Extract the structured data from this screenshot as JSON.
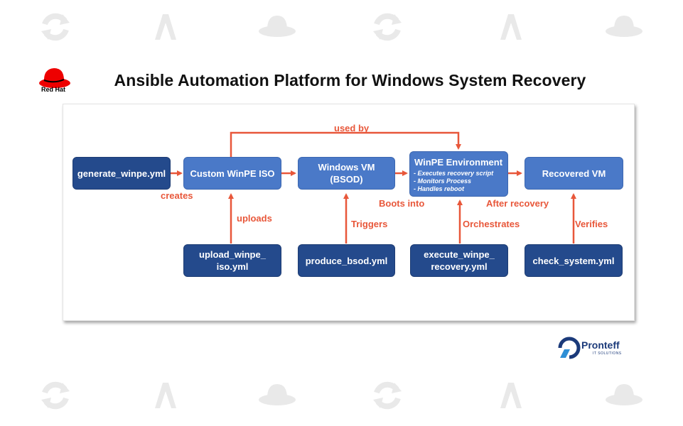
{
  "header": {
    "brand_logo_text": "Red Hat",
    "title": "Ansible Automation Platform for Windows System Recovery"
  },
  "footer_logo": {
    "name": "Pronteff",
    "tagline": "IT SOLUTIONS"
  },
  "diagram": {
    "nodes": {
      "generate_winpe": "generate_winpe.yml",
      "custom_iso": "Custom WinPE ISO",
      "windows_vm_l1": "Windows VM",
      "windows_vm_l2": "(BSOD)",
      "winpe_env_title": "WinPE Environment",
      "winpe_env_items": [
        "- Executes recovery script",
        "- Monitors Process",
        "- Handles reboot"
      ],
      "recovered_vm": "Recovered VM",
      "upload_winpe_l1": "upload_winpe_",
      "upload_winpe_l2": "iso.yml",
      "produce_bsod": "produce_bsod.yml",
      "execute_winpe_l1": "execute_winpe_",
      "execute_winpe_l2": "recovery.yml",
      "check_system": "check_system.yml"
    },
    "edge_labels": {
      "used_by": "used by",
      "creates": "creates",
      "boots_into": "Boots into",
      "after_recovery": "After recovery",
      "uploads": "uploads",
      "triggers": "Triggers",
      "orchestrates": "Orchestrates",
      "verifies": "Verifies"
    },
    "colors": {
      "dark_node": "#244a8c",
      "light_node": "#4a79c8",
      "arrow": "#e8573a"
    }
  }
}
